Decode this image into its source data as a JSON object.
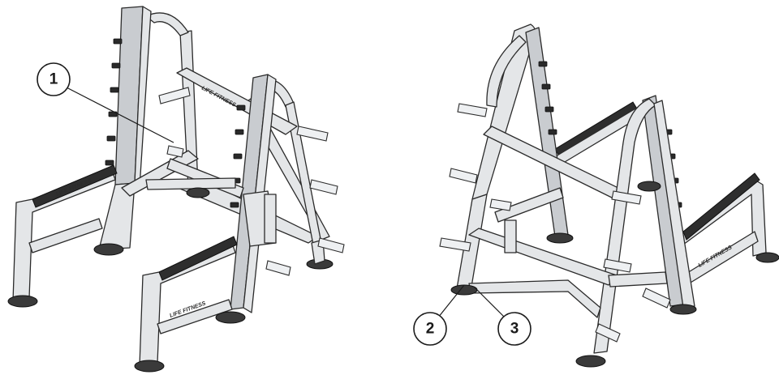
{
  "callouts": [
    {
      "label": "1"
    },
    {
      "label": "2"
    },
    {
      "label": "3"
    }
  ],
  "colors": {
    "frame": "#e4e6e8",
    "outline": "#2b2b2b",
    "pads": "#2e2e2e"
  }
}
